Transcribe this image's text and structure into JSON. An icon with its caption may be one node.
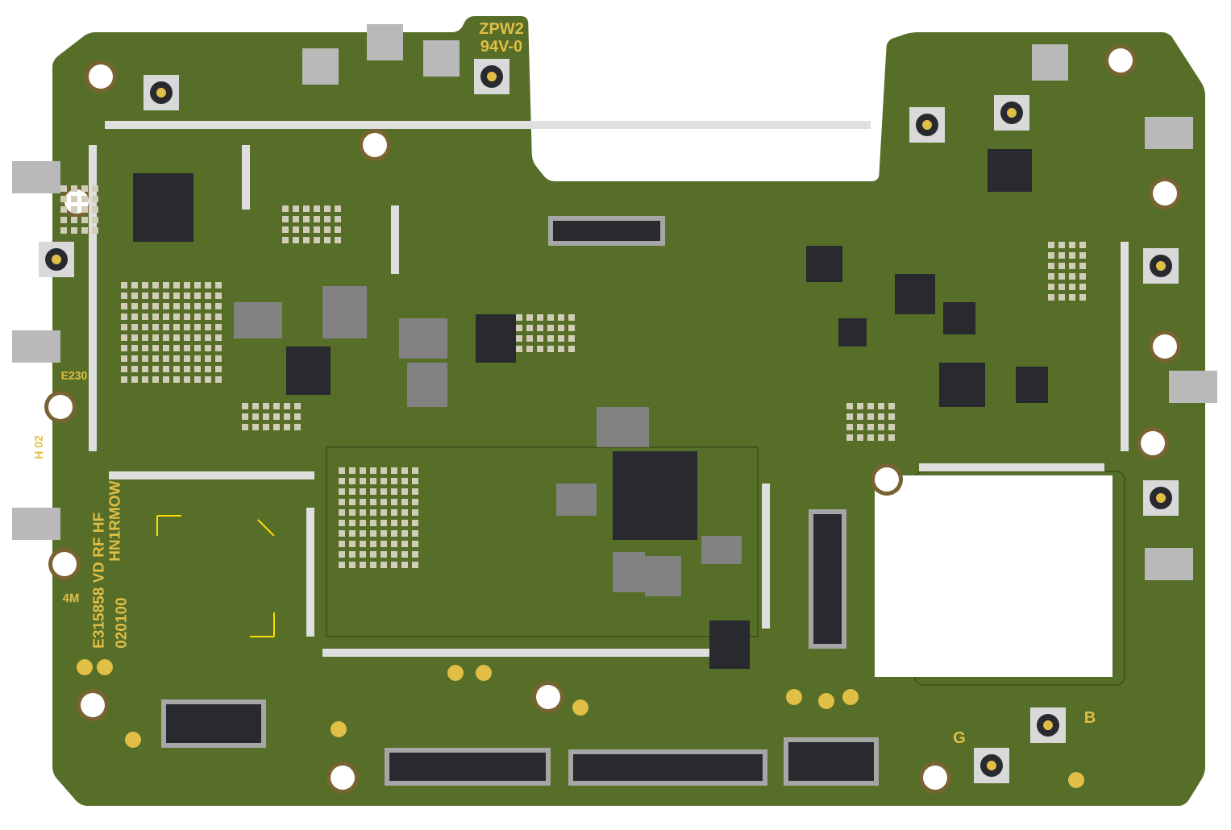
{
  "diagram": {
    "labels": [
      "ZPW2",
      "94V-0",
      "E230",
      "H 02",
      "E315858 VD RF HF",
      "HN1RMOW",
      "020100",
      "4M",
      "G",
      "B"
    ]
  }
}
